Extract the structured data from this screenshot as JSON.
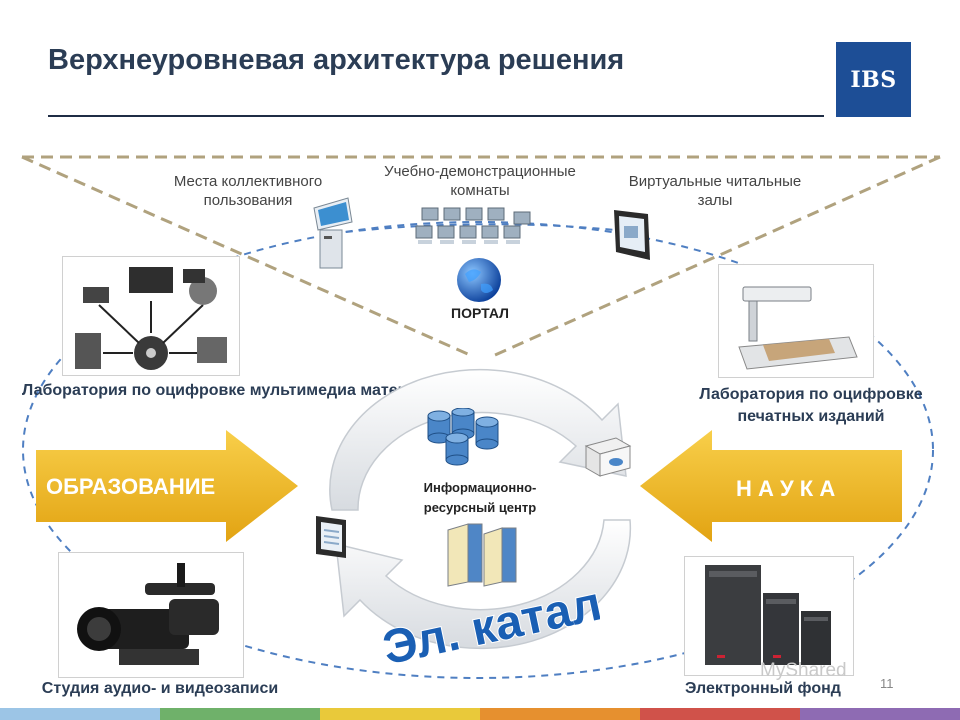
{
  "title": "Верхнеуровневая архитектура решения",
  "logo_text": "IBS",
  "colors": {
    "brand_blue": "#1d4e96",
    "title": "#2b3d55",
    "arrow_gold": "#f2b321",
    "dash_blue": "#4f7fc2",
    "dash_tan": "#b0a27e"
  },
  "top_nodes": {
    "collective": "Места коллективного пользования",
    "demo_rooms": "Учебно-демонстрационные комнаты",
    "virtual_halls": "Виртуальные читальные залы"
  },
  "portal_label": "ПОРТАЛ",
  "center_label": "Информационно-ресурсный центр",
  "catalog_label": "Эл. каталог",
  "labs": {
    "multimedia": "Лаборатория по оцифровке мультимедиа материалов",
    "print": "Лаборатория по оцифровке печатных изданий"
  },
  "arrows": {
    "education": "ОБРАЗОВАНИЕ",
    "science": "Н А У К А"
  },
  "bottom": {
    "studio": "Студия аудио- и видеозаписи",
    "efund": "Электронный фонд"
  },
  "watermark": "MyShared",
  "page_number": "11"
}
